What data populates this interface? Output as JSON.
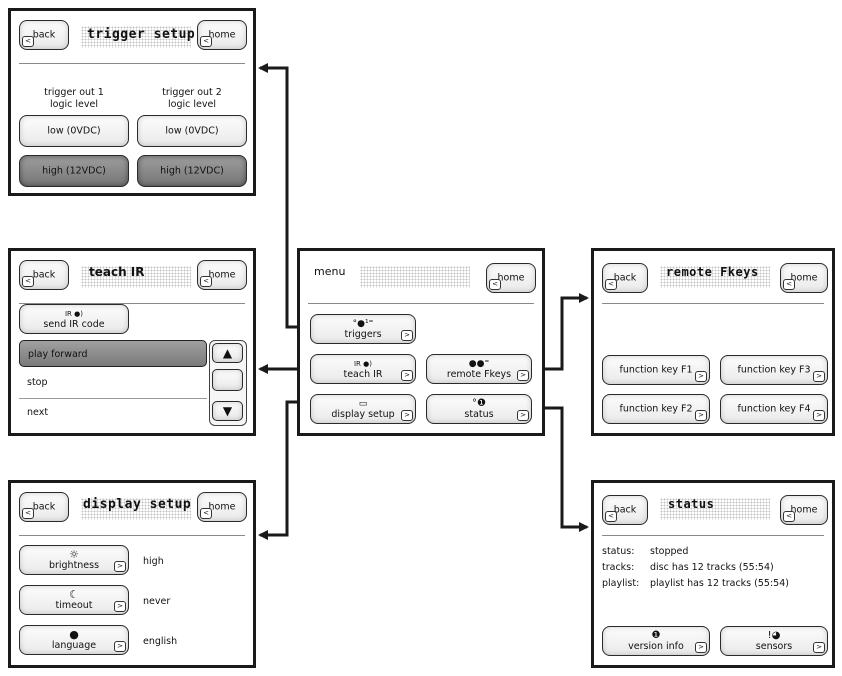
{
  "common": {
    "back": "back",
    "home": "home"
  },
  "trigger_setup": {
    "title": "trigger setup",
    "col1_line1": "trigger out 1",
    "col1_line2": "logic level",
    "col2_line1": "trigger out 2",
    "col2_line2": "logic level",
    "low1": "low (0VDC)",
    "low2": "low (0VDC)",
    "high1": "high (12VDC)",
    "high2": "high (12VDC)"
  },
  "teach_ir": {
    "title": "teach IR",
    "send_icon": "IR",
    "send_label": "send IR code",
    "items": [
      "play forward",
      "stop",
      "next"
    ],
    "scroll_up": "▲",
    "scroll_down": "▼"
  },
  "display_setup": {
    "title": "display setup",
    "rows": [
      {
        "label": "brightness",
        "value": "high",
        "icon": "sun-icon"
      },
      {
        "label": "timeout",
        "value": "never",
        "icon": "moon-icon"
      },
      {
        "label": "language",
        "value": "english",
        "icon": "speech-icon"
      }
    ]
  },
  "menu": {
    "title": "menu",
    "triggers": "triggers",
    "teach_ir": "teach IR",
    "teach_ir_icon": "IR",
    "remote_fkeys": "remote Fkeys",
    "display_setup": "display setup",
    "status": "status"
  },
  "remote_fkeys": {
    "title": "remote Fkeys",
    "keys": [
      "function key F1",
      "function key F3",
      "function key F2",
      "function key F4"
    ]
  },
  "status": {
    "title": "status",
    "lines": [
      {
        "key": "status:",
        "value": "stopped"
      },
      {
        "key": "tracks:",
        "value": "disc has 12 tracks (55:54)"
      },
      {
        "key": "playlist:",
        "value": "playlist has 12 tracks (55:54)"
      }
    ],
    "version_info": "version info",
    "sensors": "sensors"
  },
  "colors": {
    "border": "#1a1a1a",
    "selected": "#8a8a8a",
    "arrow": "#1a1a1a"
  }
}
